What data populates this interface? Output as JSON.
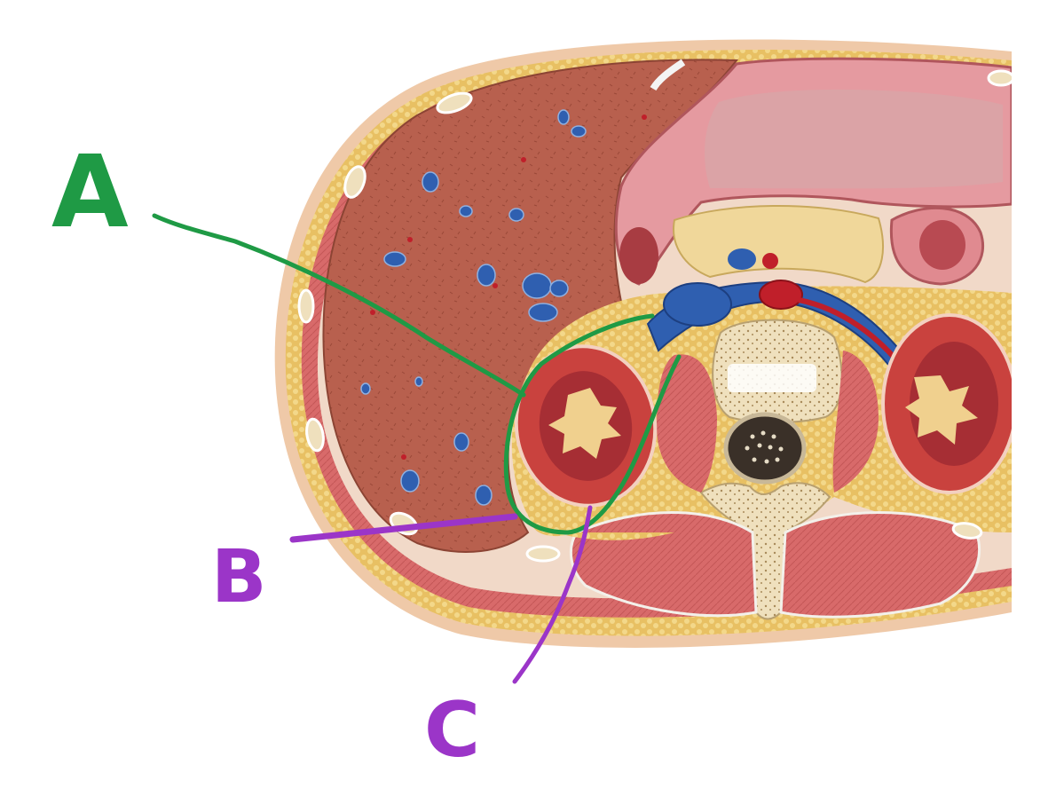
{
  "annotations": [
    {
      "id": "a",
      "letter": "A",
      "color": "#1f9a45"
    },
    {
      "id": "b",
      "letter": "B",
      "color": "#9b35c8"
    },
    {
      "id": "c",
      "letter": "C",
      "color": "#9b35c8"
    }
  ],
  "colors": {
    "skin": "#efc9a8",
    "fat": "#e8c063",
    "muscle": "#d86a6a",
    "liver": "#b8604e",
    "vein": "#2f5fb0",
    "artery": "#c01f2a",
    "bone": "#efe0bd",
    "kidney_cortex": "#c9423e",
    "green_annotation": "#1f9a45",
    "purple_annotation": "#9b35c8"
  }
}
